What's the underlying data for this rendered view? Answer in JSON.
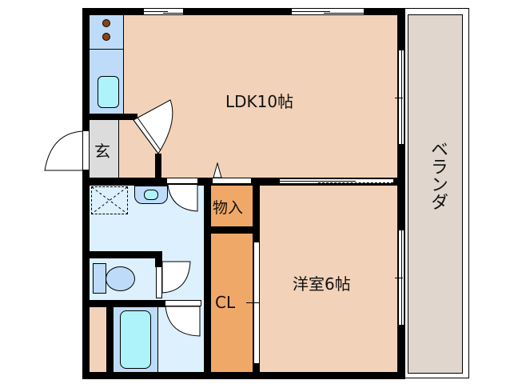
{
  "floorplan": {
    "colors": {
      "wall": "#000000",
      "ldk_floor": "#f2d2b8",
      "balcony_floor": "#e0d6cd",
      "genkan_floor": "#dcdcdc",
      "wet_area_floor": "#ddf0fe",
      "kitchen_floor": "#bedcfa",
      "closet_floor": "#f0a868",
      "bathtub": "#aef2fa",
      "stove_burner": "#8b4513"
    },
    "rooms": {
      "ldk": {
        "label": "LDK10帖"
      },
      "western_room": {
        "label": "洋室6帖"
      },
      "entrance": {
        "label": "玄"
      },
      "storage": {
        "label": "物入"
      },
      "closet": {
        "label": "CL"
      },
      "balcony": {
        "label": "ベランダ"
      }
    },
    "fixtures": [
      "stove-burners",
      "kitchen-sink",
      "washing-machine-pan",
      "wash-basin",
      "toilet",
      "bathtub"
    ]
  }
}
